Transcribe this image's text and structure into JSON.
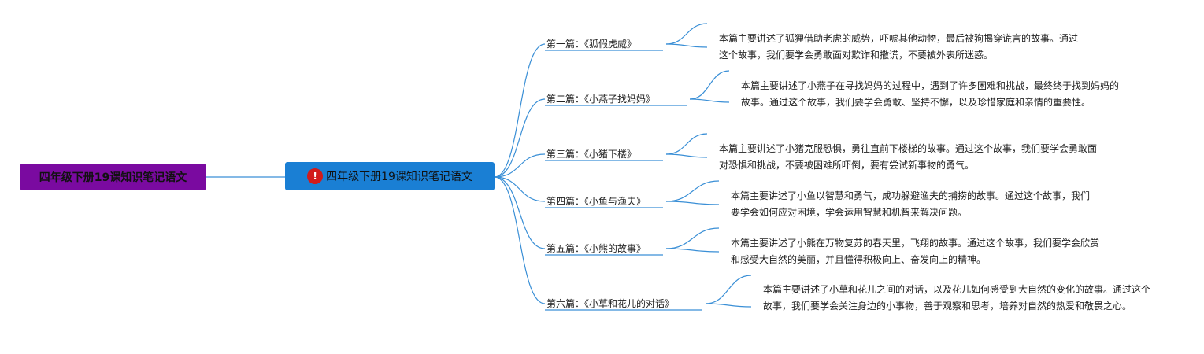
{
  "colors": {
    "root_bg": "#7a0aa0",
    "center_bg": "#1a7fd4",
    "badge_bg": "#d21b1b",
    "connector": "#3a8fd6"
  },
  "root": {
    "label": "四年级下册19课知识笔记语文"
  },
  "center": {
    "badge": "!",
    "badge_icon": "alert-badge-icon",
    "label": "四年级下册19课知识笔记语文"
  },
  "branches": [
    {
      "chapter": "第一篇：《狐假虎威》",
      "summary": "本篇主要讲述了狐狸借助老虎的威势，吓唬其他动物，最后被狗揭穿谎言的故事。通过这个故事，我们要学会勇敢面对欺诈和撒谎，不要被外表所迷惑。"
    },
    {
      "chapter": "第二篇：《小燕子找妈妈》",
      "summary": "本篇主要讲述了小燕子在寻找妈妈的过程中，遇到了许多困难和挑战，最终终于找到妈妈的故事。通过这个故事，我们要学会勇敢、坚持不懈，以及珍惜家庭和亲情的重要性。"
    },
    {
      "chapter": "第三篇：《小猪下楼》",
      "summary": "本篇主要讲述了小猪克服恐惧，勇往直前下楼梯的故事。通过这个故事，我们要学会勇敢面对恐惧和挑战，不要被困难所吓倒，要有尝试新事物的勇气。"
    },
    {
      "chapter": "第四篇：《小鱼与渔夫》",
      "summary": "本篇主要讲述了小鱼以智慧和勇气，成功躲避渔夫的捕捞的故事。通过这个故事，我们要学会如何应对困境，学会运用智慧和机智来解决问题。"
    },
    {
      "chapter": "第五篇：《小熊的故事》",
      "summary": "本篇主要讲述了小熊在万物复苏的春天里，飞翔的故事。通过这个故事，我们要学会欣赏和感受大自然的美丽，并且懂得积极向上、奋发向上的精神。"
    },
    {
      "chapter": "第六篇：《小草和花儿的对话》",
      "summary": "本篇主要讲述了小草和花儿之间的对话，以及花儿如何感受到大自然的变化的故事。通过这个故事，我们要学会关注身边的小事物，善于观察和思考，培养对自然的热爱和敬畏之心。"
    }
  ]
}
